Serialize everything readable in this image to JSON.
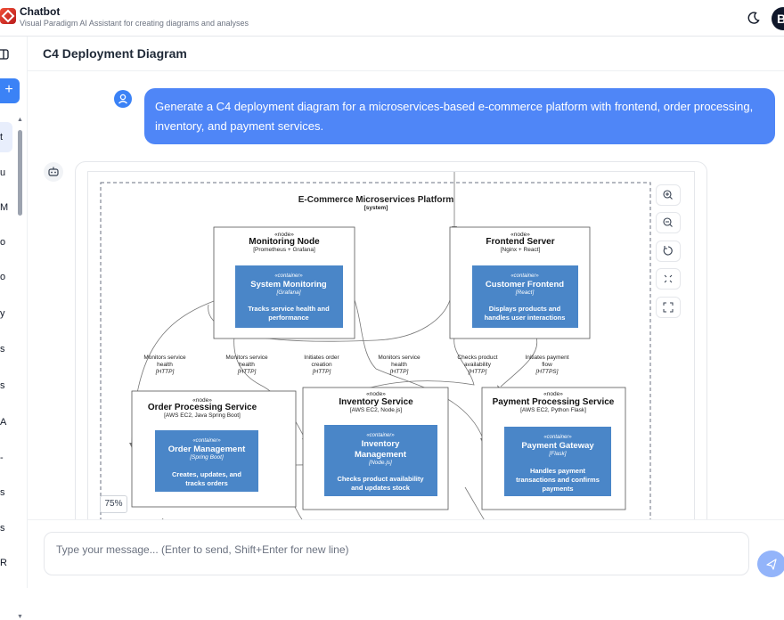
{
  "app": {
    "title": "Chatbot",
    "subtitle": "Visual Paradigm AI Assistant for creating diagrams and analyses",
    "avatar_letter": "B"
  },
  "sidebar": {
    "new_label": "+",
    "letters": [
      "t",
      "u",
      "M",
      "o",
      "o",
      "y",
      "s",
      "s",
      "A",
      "-",
      "s",
      "s",
      "R"
    ]
  },
  "header": {
    "title": "C4 Deployment Diagram"
  },
  "messages": {
    "user": "Generate a C4 deployment diagram for a microservices-based e-commerce platform with frontend, order processing, inventory, and payment services."
  },
  "diagram": {
    "zoom": "75%",
    "system": {
      "title": "E-Commerce Microservices Platform",
      "tag": "[system]"
    },
    "nodes": {
      "monitoring": {
        "stereo": "«node»",
        "name": "Monitoring Node",
        "tech": "[Prometheus + Grafana]",
        "container": {
          "stereo": "«container»",
          "name": "System Monitoring",
          "tech": "[Grafana]",
          "desc1": "Tracks service health and",
          "desc2": "performance"
        }
      },
      "frontend": {
        "stereo": "«node»",
        "name": "Frontend Server",
        "tech": "[Nginx + React]",
        "container": {
          "stereo": "«container»",
          "name": "Customer Frontend",
          "tech": "[React]",
          "desc1": "Displays products and",
          "desc2": "handles user interactions"
        }
      },
      "order": {
        "stereo": "«node»",
        "name": "Order Processing Service",
        "tech": "[AWS EC2, Java Spring Boot]",
        "container": {
          "stereo": "«container»",
          "name": "Order Management",
          "tech": "[Spring Boot]",
          "desc1": "Creates, updates, and",
          "desc2": "tracks orders"
        }
      },
      "inventory": {
        "stereo": "«node»",
        "name": "Inventory Service",
        "tech": "[AWS EC2, Node.js]",
        "container": {
          "stereo": "«container»",
          "name1": "Inventory",
          "name2": "Management",
          "tech": "[Node.js]",
          "desc1": "Checks product availability",
          "desc2": "and updates stock"
        }
      },
      "payment": {
        "stereo": "«node»",
        "name": "Payment Processing Service",
        "tech": "[AWS EC2, Python Flask]",
        "container": {
          "stereo": "«container»",
          "name": "Payment Gateway",
          "tech": "[Flask]",
          "desc1": "Handles payment",
          "desc2": "transactions and confirms",
          "desc3": "payments"
        }
      }
    },
    "relations": {
      "r1": {
        "l1": "Monitors service",
        "l2": "health",
        "l3": "[HTTP]"
      },
      "r2": {
        "l1": "Monitors service",
        "l2": "health",
        "l3": "[HTTP]"
      },
      "r3": {
        "l1": "Initiates order",
        "l2": "creation",
        "l3": "[HTTP]"
      },
      "r4": {
        "l1": "Monitors service",
        "l2": "health",
        "l3": "[HTTP]"
      },
      "r5": {
        "l1": "Checks product",
        "l2": "availability",
        "l3": "[HTTP]"
      },
      "r6": {
        "l1": "Initiates payment",
        "l2": "flow",
        "l3": "[HTTPS]"
      }
    }
  },
  "input": {
    "placeholder": "Type your message... (Enter to send, Shift+Enter for new line)"
  },
  "colors": {
    "accent": "#3b82f6",
    "user_bubble": "#4f86f7",
    "container_fill": "#4a86c8",
    "send": "#93b4fa"
  }
}
